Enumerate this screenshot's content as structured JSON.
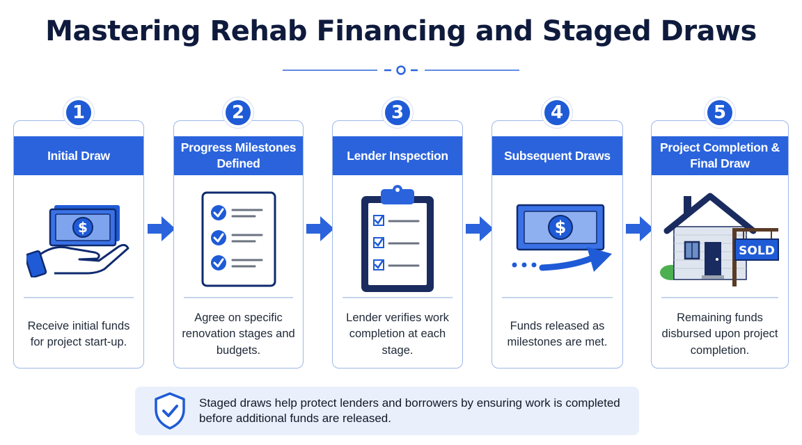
{
  "title": "Mastering Rehab Financing and Staged Draws",
  "steps": [
    {
      "number": "1",
      "title": "Initial Draw",
      "description": "Receive initial funds for project start-up.",
      "icon": "cash-in-hand-icon"
    },
    {
      "number": "2",
      "title": "Progress Milestones Defined",
      "description": "Agree on specific renovation stages and budgets.",
      "icon": "checklist-icon"
    },
    {
      "number": "3",
      "title": "Lender Inspection",
      "description": "Lender verifies work completion at each stage.",
      "icon": "clipboard-check-icon"
    },
    {
      "number": "4",
      "title": "Subsequent Draws",
      "description": "Funds released as milestones are met.",
      "icon": "cash-transfer-icon"
    },
    {
      "number": "5",
      "title": "Project Completion & Final Draw",
      "description": "Remaining funds disbursed upon project completion.",
      "icon": "sold-house-icon"
    }
  ],
  "sign_text": "SOLD",
  "note": {
    "icon": "shield-check-icon",
    "text": "Staged draws help protect lenders and borrowers by ensuring work is completed before additional funds are released."
  },
  "colors": {
    "primary": "#2a63dc",
    "dark": "#0f1b3d",
    "border": "#9db7e8",
    "note_bg": "#eaf0fb"
  }
}
